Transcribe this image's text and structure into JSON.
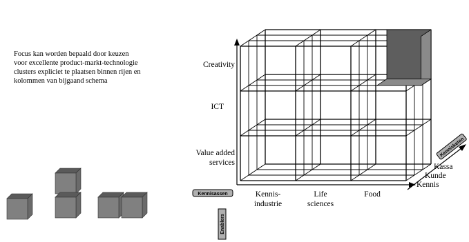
{
  "description_lines": [
    "Focus kan worden bepaald door keuzen",
    "voor excellente product-markt-technologie",
    "clusters expliciet te plaatsen binnen rijen en",
    "kolommen van bijgaand schema"
  ],
  "y_axis": {
    "labels": [
      "Creativity",
      "ICT",
      "Value added",
      "services"
    ]
  },
  "x_axis": {
    "labels": [
      "Kennis-",
      "industrie",
      "Life",
      "sciences",
      "Food"
    ]
  },
  "depth_axis": {
    "labels": [
      "Kassa",
      "Kunde",
      "Kennis"
    ]
  },
  "axis_tags": {
    "horizontal": "Kennisassen",
    "vertical": "Enablers",
    "depth": "Kennisketen"
  },
  "colors": {
    "cube_front": "#808080",
    "cube_top": "#5a5a5a",
    "cube_side": "#6a6a6a",
    "highlight_dark": "#5e5e5e",
    "highlight_mid": "#8a8a8a",
    "tag_bg": "#b0b0b0"
  }
}
